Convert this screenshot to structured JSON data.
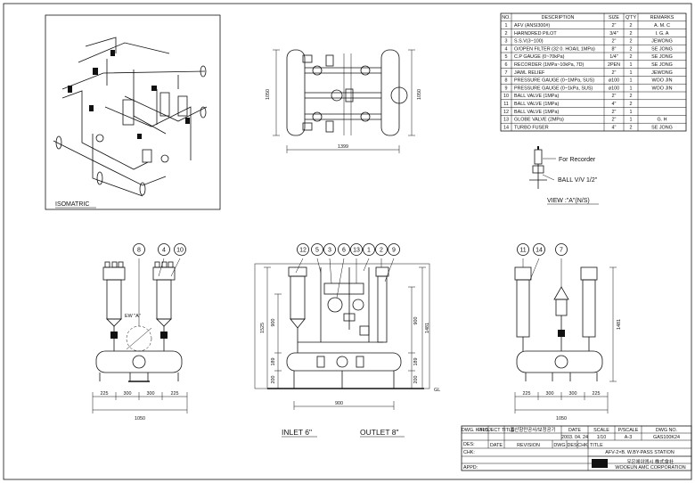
{
  "bom": {
    "headers": [
      "NO.",
      "DESCRIPTION",
      "SIZE",
      "Q'TY",
      "REMARKS"
    ],
    "rows": [
      [
        "1",
        "AFV (ANSI300#)",
        "2\"",
        "2",
        "A. M. C"
      ],
      [
        "2",
        "HARNDRED PILOT",
        "3/4\"",
        "2",
        "I. G. A"
      ],
      [
        "3",
        "S.S.V(3~100)",
        "2\"",
        "2",
        "JEWONG"
      ],
      [
        "4",
        "O/OPEN FILTER (32 0. HOAIL 1MPa)",
        "8\"",
        "2",
        "SE JONG"
      ],
      [
        "5",
        "C.P GAUGE (0~70kPa)",
        "1/4\"",
        "2",
        "SE JONG"
      ],
      [
        "6",
        "RECORDER (1MPa~10kPa, 7D)",
        "2PEN",
        "1",
        "SE JONG"
      ],
      [
        "7",
        "JAWL RELIEF",
        "2\"",
        "1",
        "JEWONG"
      ],
      [
        "8",
        "PRESSURE GAUGE (0~1MPa, SUS)",
        "ø100",
        "1",
        "WOO JIN"
      ],
      [
        "9",
        "PRESSURE GAUGE (0~1kPa, SUS)",
        "ø100",
        "1",
        "WOO JIN"
      ],
      [
        "10",
        "BALL VALVE (1MPa)",
        "2\"",
        "2",
        ""
      ],
      [
        "11",
        "BALL VALVE (1MPa)",
        "4\"",
        "2",
        ""
      ],
      [
        "12",
        "BALL VALVE (1MPa)",
        "2\"",
        "1",
        ""
      ],
      [
        "13",
        "GLOBE VALVE (2MPa)",
        "2\"",
        "1",
        "G.  H"
      ],
      [
        "14",
        "TURBO FUSER",
        "4\"",
        "2",
        "SE JONG"
      ]
    ]
  },
  "isometric": {
    "label": "ISOMATRIC"
  },
  "top_view": {
    "width_dim": "1399",
    "height_dim_left": "1050",
    "height_dim_right": "1050"
  },
  "detail": {
    "label_recorder": "For Recorder",
    "label_ball": "BALL V/V 1/2\"",
    "title": "VIEW :\"A\"(N/S)"
  },
  "front_left": {
    "balloons": [
      "8",
      "4",
      "10"
    ],
    "view_label": "EW \"A\"",
    "dims": [
      "225",
      "300",
      "300",
      "225"
    ],
    "total": "1050"
  },
  "front_center": {
    "balloons": [
      "12",
      "5",
      "3",
      "6",
      "13",
      "1",
      "2",
      "9"
    ],
    "dim_left_total": "1525",
    "dim_left_900": "900",
    "dim_left_189": "189",
    "dim_left_200": "200",
    "dim_right_900": "900",
    "dim_right_1481": "1481",
    "dim_right_189": "189",
    "dim_right_200": "200",
    "gl": "GL",
    "width": "900",
    "inlet": "INLET 6\"",
    "outlet": "OUTLET 8\""
  },
  "front_right": {
    "balloons": [
      "11",
      "14",
      "7"
    ],
    "dims": [
      "225",
      "300",
      "300",
      "225"
    ],
    "total": "1050",
    "dim_height": "1481"
  },
  "title_block": {
    "row1": [
      "DWG. K.H.S",
      "PROJECT TITLE",
      "울산항만공사/보정공기",
      "DATE",
      "SCALE",
      "P/SCALE",
      "DWG NO."
    ],
    "row1_vals": [
      "",
      "",
      "",
      "2003. 04. 24",
      "1/10",
      "A-3",
      "GAS100K24"
    ],
    "des": "DES:",
    "chk": "CHK:",
    "appd": "APPD:",
    "rev_cols": [
      "DATE",
      "REVISION",
      "DWG",
      "DES",
      "CHK"
    ],
    "title_label": "TITLE",
    "title": "AFV-2×B. W.BY-PASS STATION",
    "company": "우은에이엠시 株式會社",
    "company_sub": "WOOEUN AMC CORPORATION"
  }
}
